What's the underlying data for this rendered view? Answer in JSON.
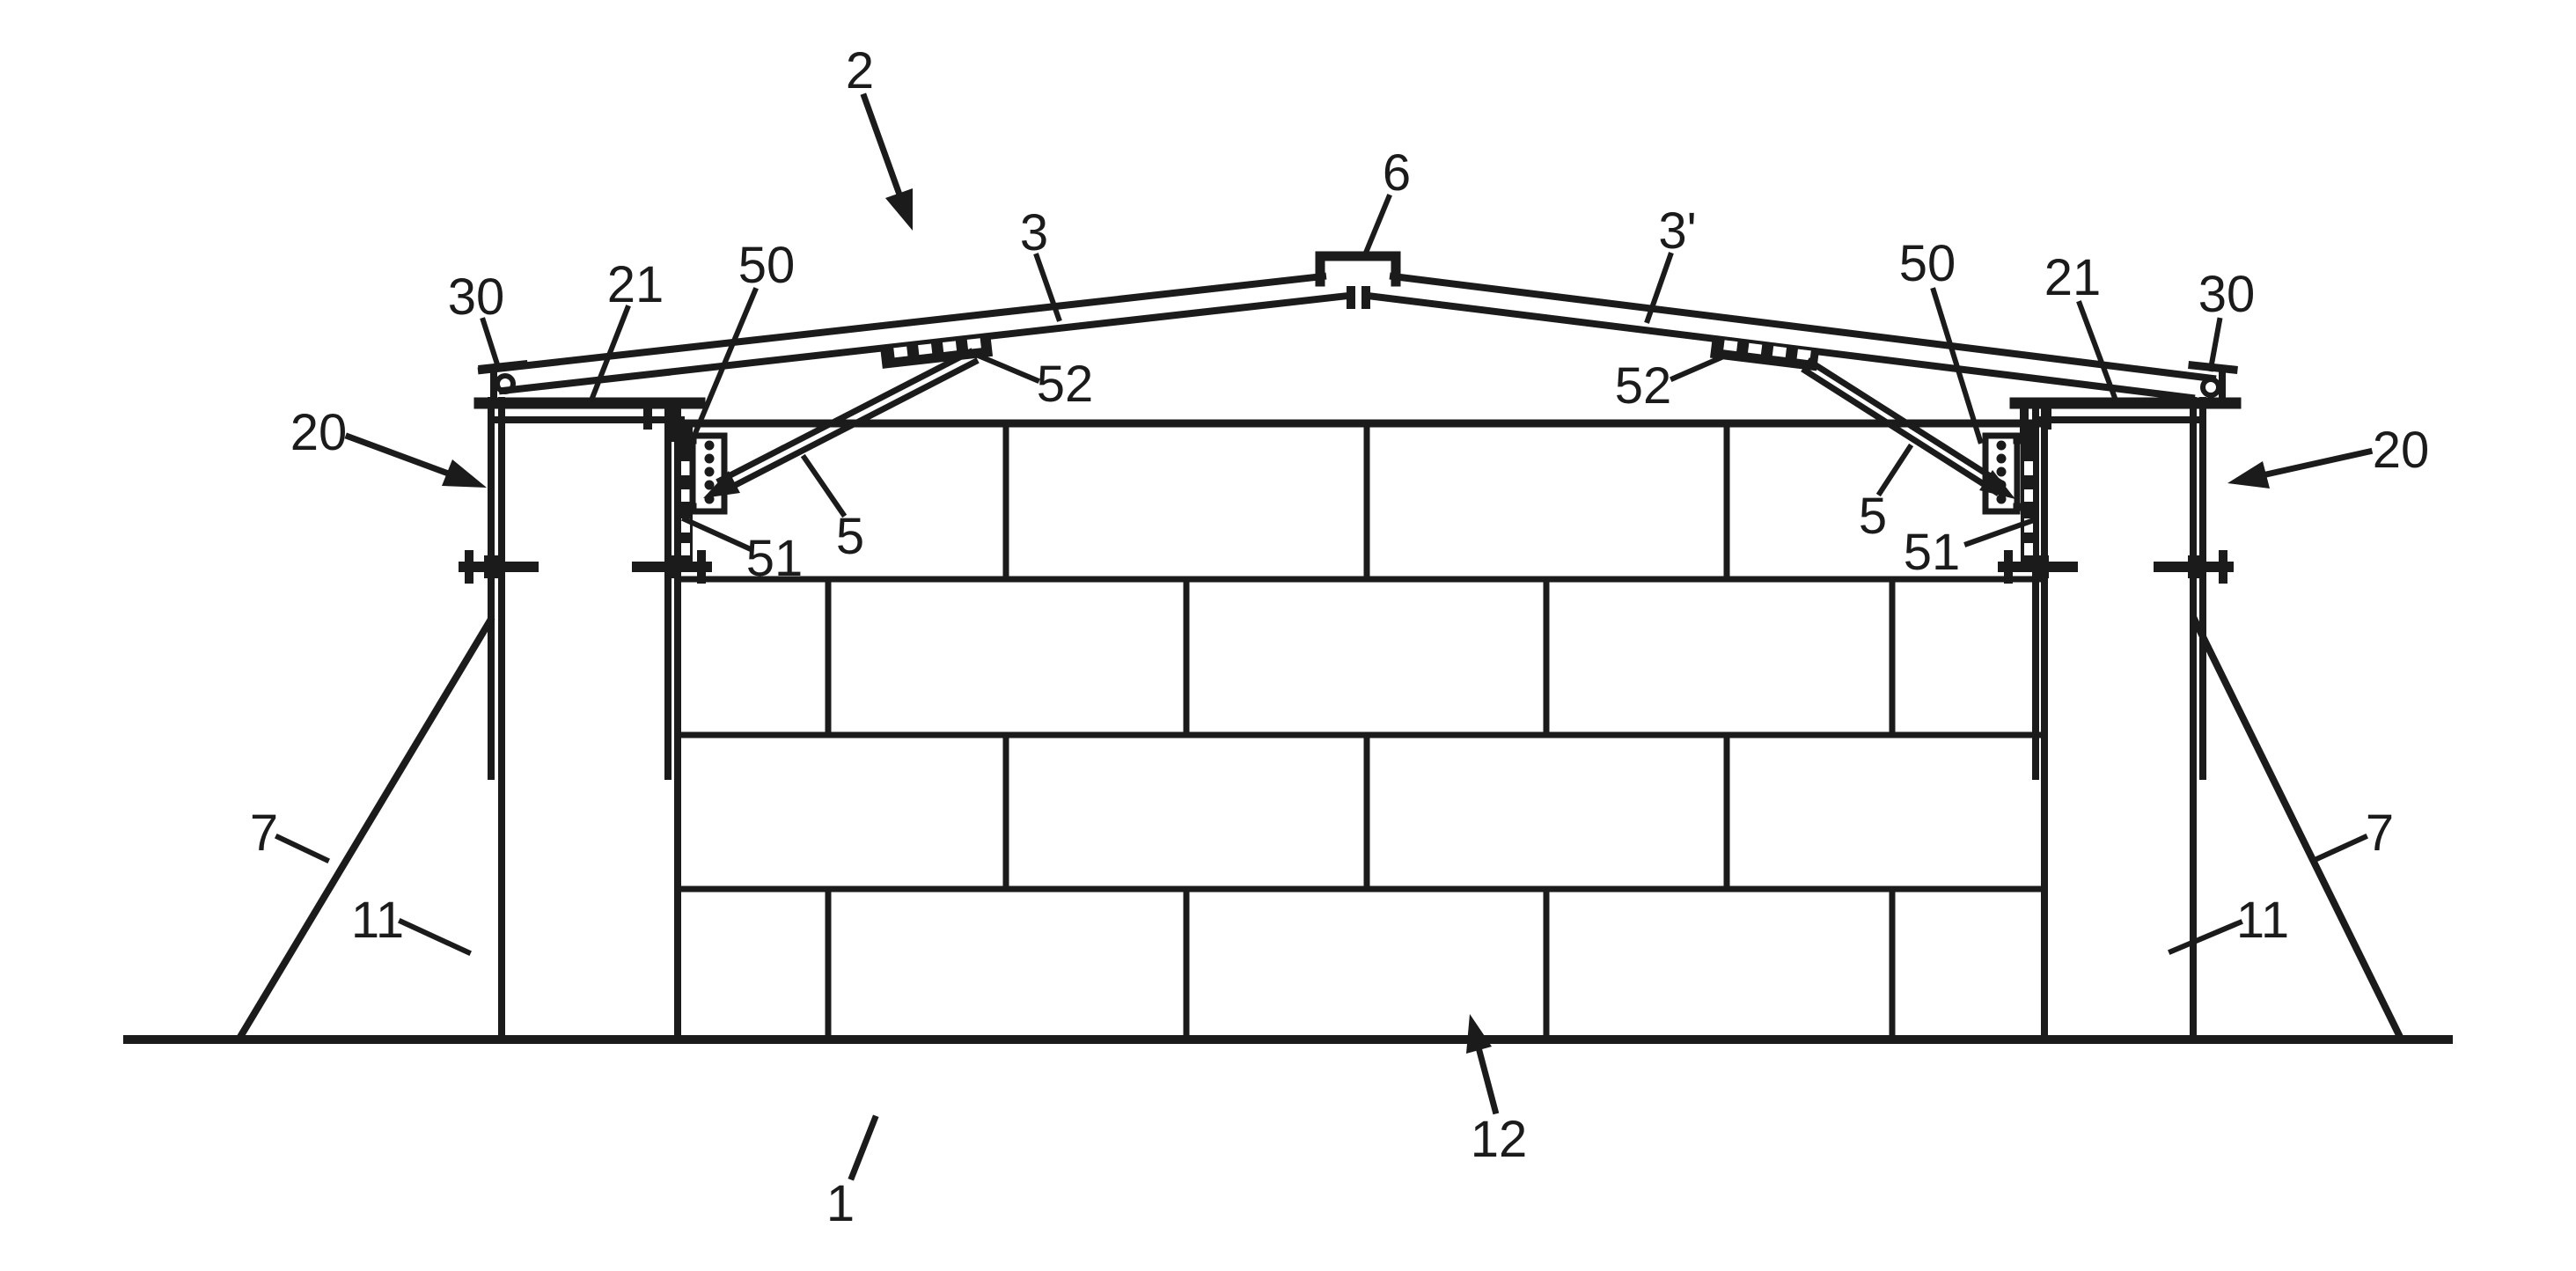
{
  "drawing": {
    "background_color": "#ffffff",
    "ink_color": "#1b1b1b",
    "labels": {
      "l1": "1",
      "l2": "2",
      "l3": "3",
      "l3p": "3'",
      "l5_left": "5",
      "l5_right": "5",
      "l6": "6",
      "l7_left": "7",
      "l7_right": "7",
      "l11_left": "11",
      "l11_right": "11",
      "l12": "12",
      "l20_left": "20",
      "l20_right": "20",
      "l21_left": "21",
      "l21_right": "21",
      "l30_left": "30",
      "l30_right": "30",
      "l50_left": "50",
      "l50_right": "50",
      "l51_left": "51",
      "l51_right": "51",
      "l52_left": "52",
      "l52_right": "52"
    }
  }
}
